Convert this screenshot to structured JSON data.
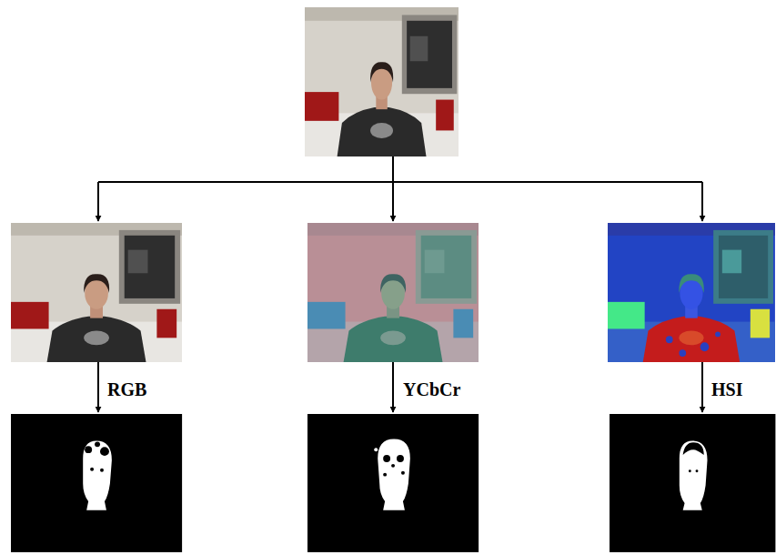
{
  "diagram": {
    "labels": [
      "RGB",
      "YCbCr",
      "HSI"
    ]
  }
}
